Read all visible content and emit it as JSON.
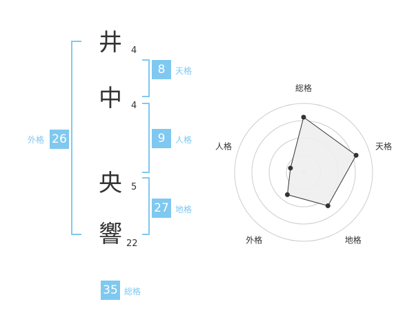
{
  "colors": {
    "accent": "#7fc8f0",
    "text": "#333333",
    "grid": "#cccccc",
    "fill": "#eeeeee"
  },
  "name": {
    "characters": [
      {
        "char": "井",
        "strokes": "4"
      },
      {
        "char": "中",
        "strokes": "4"
      },
      {
        "char": "央",
        "strokes": "5"
      },
      {
        "char": "響",
        "strokes": "22"
      }
    ]
  },
  "fortune": {
    "tenkaku": {
      "value": "8",
      "label": "天格"
    },
    "jinkaku": {
      "value": "9",
      "label": "人格"
    },
    "chikaku": {
      "value": "27",
      "label": "地格"
    },
    "gaikaku": {
      "value": "26",
      "label": "外格"
    },
    "soukaku": {
      "value": "35",
      "label": "総格"
    }
  },
  "chart_data": {
    "type": "radar",
    "axes": [
      "総格",
      "天格",
      "地格",
      "外格",
      "人格"
    ],
    "values": [
      4,
      4,
      3,
      2,
      1
    ],
    "max": 5,
    "rings": 4
  }
}
